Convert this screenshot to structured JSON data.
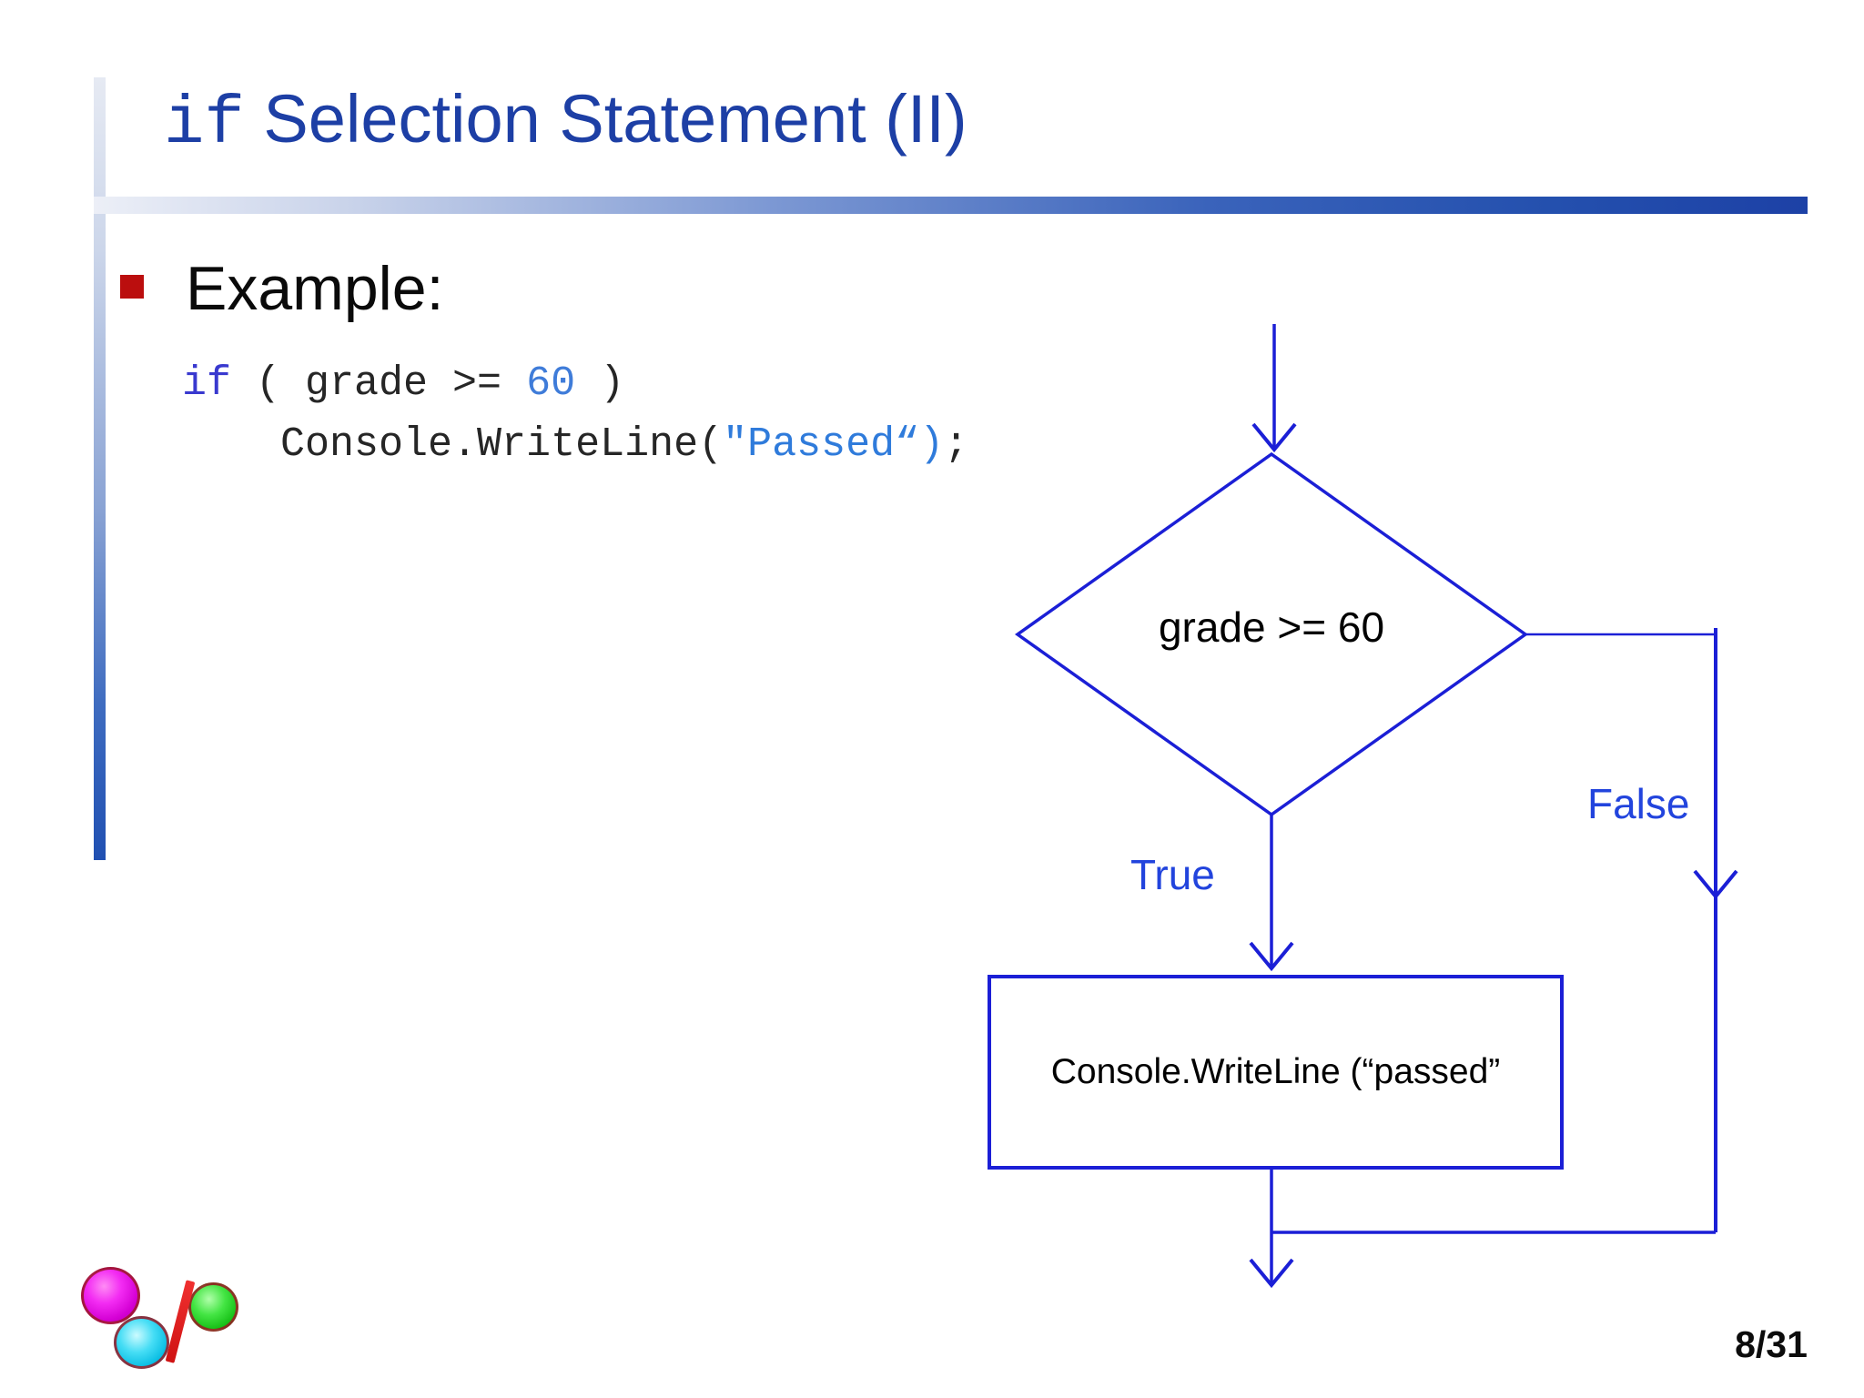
{
  "title": {
    "keyword": "if",
    "rest": " Selection Statement (II)"
  },
  "example_label": "Example:",
  "code": {
    "line1": {
      "keyword": "if",
      "mid": " ( grade >= ",
      "number": "60",
      "end": " )"
    },
    "line2": {
      "plain": "    Console.WriteLine(",
      "string": "\"Passed“",
      "paren": ")",
      "semi": ";"
    }
  },
  "flowchart": {
    "condition": "grade >= 60",
    "true_label": "True",
    "false_label": "False",
    "action": "Console.WriteLine (“passed”"
  },
  "page_number": "8/31",
  "colors": {
    "title_blue": "#1d3fa5",
    "flow_line_blue": "#1b1fd6",
    "branch_label_blue": "#2244dd",
    "code_keyword_blue": "#3939cf",
    "code_literal_blue": "#3f7cd9",
    "bullet_red": "#bb0e0e",
    "slash_red": "#e31c1c",
    "logo_magenta": "#d400d4",
    "logo_cyan": "#00b8e0",
    "logo_green": "#11bb11"
  }
}
